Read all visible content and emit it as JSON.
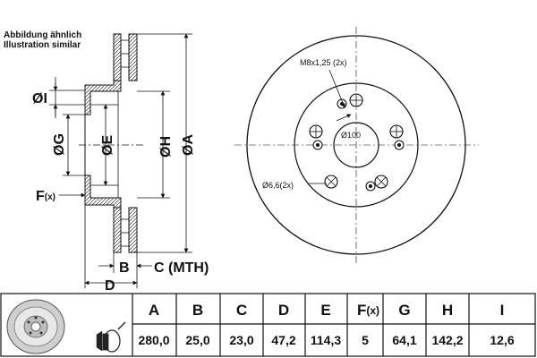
{
  "note": {
    "line1": "Abbildung ähnlich",
    "line2": "Illustration similar"
  },
  "side_view": {
    "labels": {
      "I": "ØI",
      "G": "ØG",
      "E": "ØE",
      "H": "ØH",
      "A": "ØA",
      "F_letter": "F",
      "F_suffix": "(x)",
      "B": "B",
      "C": "C (MTH)",
      "D": "D"
    }
  },
  "front_view": {
    "thread": "M8x1,25 (2x)",
    "pcd": "Ø100",
    "holes": "Ø6,6(2x)"
  },
  "spec_table": {
    "headers": [
      "A",
      "B",
      "C",
      "D",
      "E",
      "F",
      "G",
      "H",
      "I"
    ],
    "header_F_suffix": "(x)",
    "values": [
      "280,0",
      "25,0",
      "23,0",
      "47,2",
      "114,3",
      "5",
      "64,1",
      "142,2",
      "12,6"
    ]
  }
}
